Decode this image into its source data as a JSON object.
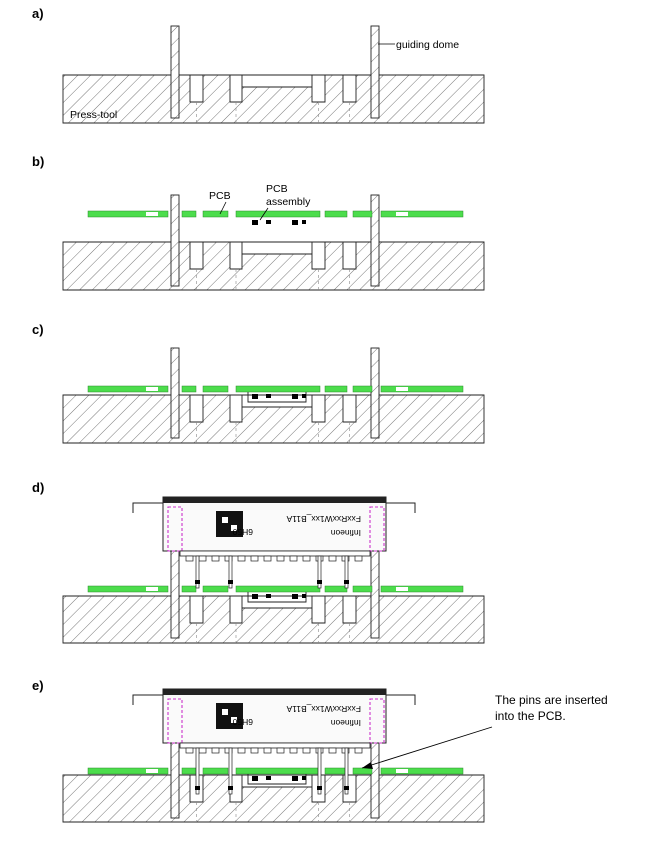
{
  "steps": [
    {
      "label": "a)"
    },
    {
      "label": "b)"
    },
    {
      "label": "c)"
    },
    {
      "label": "d)"
    },
    {
      "label": "e)"
    }
  ],
  "annotations": {
    "press_tool": "Press-tool",
    "guiding_dome": "guiding dome",
    "pcb": "PCB",
    "pcb_assembly_line1": "PCB",
    "pcb_assembly_line2": "assembly"
  },
  "module": {
    "brand": "Infineon",
    "part_number": "FxxRxxW1xx_B11A",
    "date_code": "6H50"
  },
  "note": {
    "line1": "The pins are inserted",
    "line2": "into the PCB."
  },
  "colors": {
    "pcb": "#4cdd4c",
    "hatch": "#555555",
    "outline": "#222222",
    "press_fit_pin": "#cc33cc"
  }
}
